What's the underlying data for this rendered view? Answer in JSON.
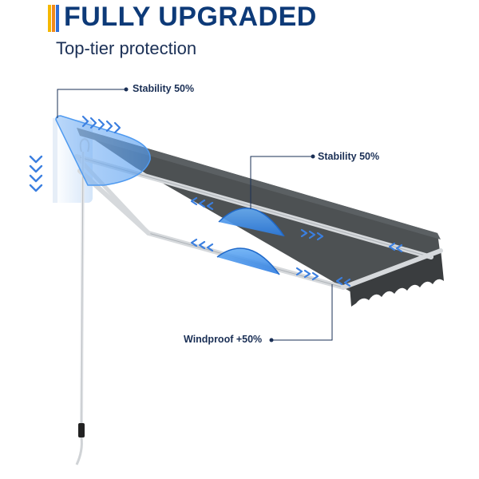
{
  "header": {
    "title": "FULLY UPGRADED",
    "subtitle": "Top-tier protection"
  },
  "callouts": {
    "stability_top": "Stability 50%",
    "stability_mid": "Stability 50%",
    "windproof": "Windproof +50%"
  },
  "colors": {
    "title": "#0d3a78",
    "text": "#1a2f55",
    "flag_yellow": "#f5b800",
    "flag_orange": "#f08a1c",
    "flag_blue": "#2f6fd6",
    "fabric": "#4d5153",
    "fabric_dark": "#3a3d3f",
    "highlight": "#3d8fe8",
    "arrow": "#3b7fe0",
    "frame": "#d6d9dc"
  },
  "icons": {
    "arrows": "chevron-right-icon",
    "down_arrows": "chevron-down-icon"
  }
}
